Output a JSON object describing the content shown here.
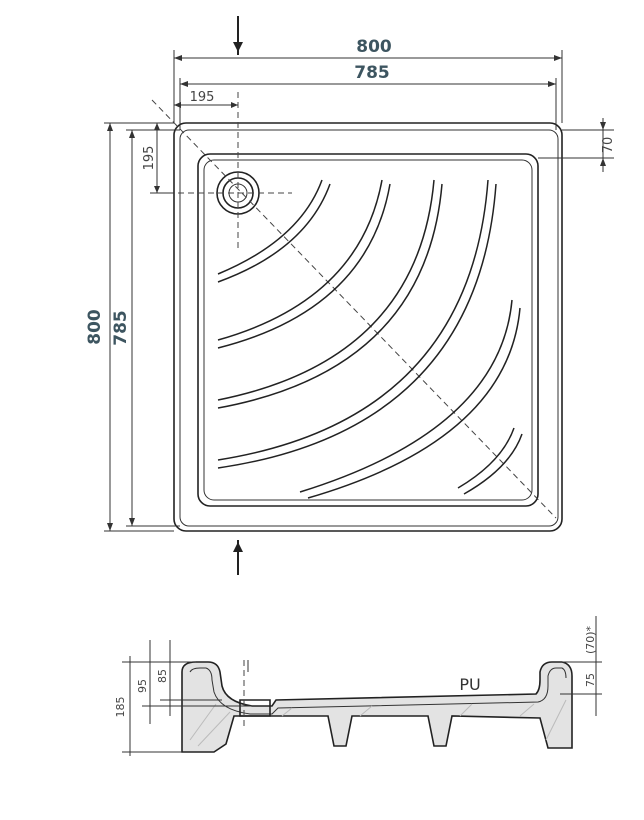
{
  "top_view": {
    "width_outer": "800",
    "width_inner": "785",
    "drain_offset_x": "195",
    "drain_offset_y": "195",
    "rim_height": "70",
    "depth_outer": "800",
    "depth_inner": "785"
  },
  "section_view": {
    "total_height": "185",
    "height_95": "95",
    "height_85": "85",
    "height_75": "75",
    "height_70_note": "(70)*",
    "material_label": "PU"
  }
}
